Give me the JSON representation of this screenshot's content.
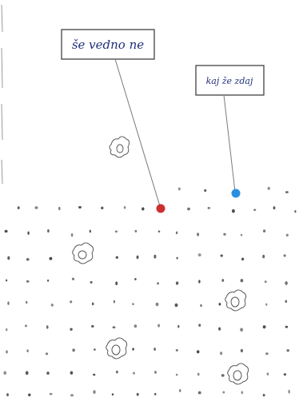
{
  "labels": [
    {
      "text": "še vedno ne",
      "color": "#1f2f7a"
    },
    {
      "text": "kaj že zdaj",
      "color": "#1f2f7a"
    }
  ],
  "markers": [
    {
      "name": "red-marker-dot",
      "color": "#cc2f2f"
    },
    {
      "name": "blue-marker-dot",
      "color": "#2a8fe0"
    }
  ],
  "colors": {
    "ink": "#5a5a5a",
    "leader_line": "#7a7a7a",
    "dot": "#3c3c3c"
  }
}
